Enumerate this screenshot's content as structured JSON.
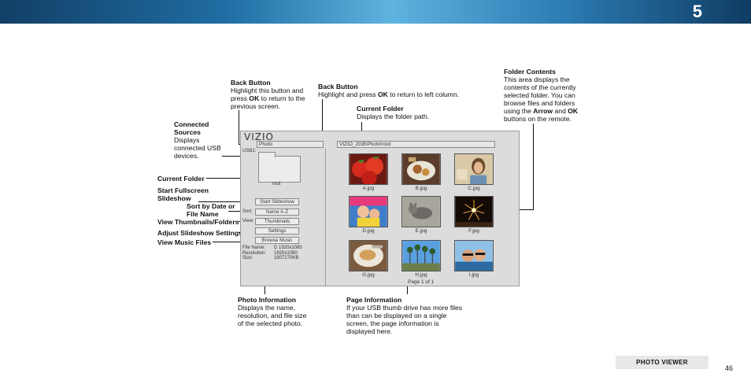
{
  "chapter_number": "5",
  "annotations": {
    "back_button_left": {
      "title": "Back Button",
      "pre": "Highlight this button and press ",
      "key": "OK",
      "post": " to return to the previous screen."
    },
    "back_button_right": {
      "title": "Back Button",
      "pre": "Highlight and press ",
      "key": "OK",
      "post": " to return to left column."
    },
    "current_folder_top": {
      "title": "Current Folder",
      "body": "Displays the folder path."
    },
    "folder_contents": {
      "title": "Folder Contents",
      "pre": "This area displays the contents of the currently selected folder. You can browse files and folders using the ",
      "key1": "Arrow",
      "mid": " and ",
      "key2": "OK",
      "post": " buttons on the remote."
    },
    "connected_sources": {
      "title": "Connected Sources",
      "body": "Displays connected USB devices."
    },
    "current_folder_left": {
      "title": "Current Folder"
    },
    "start_fullscreen": {
      "title": "Start Fullscreen Slideshow"
    },
    "sort_by": {
      "title": "Sort by Date or File Name"
    },
    "view_thumbs": {
      "title": "View Thumbnails/Folders"
    },
    "adjust_slideshow": {
      "title": "Adjust Slideshow Settings"
    },
    "view_music": {
      "title": "View Music Files"
    },
    "photo_information": {
      "title": "Photo Information",
      "body": "Displays the name, resolution, and file size of the selected photo."
    },
    "page_information": {
      "title": "Page Information",
      "body": "If your USB thumb drive has more files than can be displayed on a single screen, the page information is displayed here."
    }
  },
  "screen": {
    "brand": "VIZIO",
    "column_title": "Photo",
    "path": "VIZIO_2GB\\Photo\\root",
    "usb_label": "USB1:",
    "folder_name": "root",
    "buttons": {
      "start_slideshow": "Start Slideshow",
      "sort_label": "Sort:",
      "sort_value": "Name A-Z",
      "view_label": "View:",
      "view_value": "Thumbnails",
      "settings": "Settings",
      "browse_music": "Browse Music"
    },
    "file_info": {
      "name_key": "File Name:",
      "name_val": "D 1920x1080",
      "res_key": "Resolution:",
      "res_val": "1920x1080",
      "size_key": "Size:",
      "size_val": "1607270KB"
    },
    "thumbnails": [
      {
        "caption": "A.jpg",
        "image": "strawberries-photo"
      },
      {
        "caption": "B.jpg",
        "image": "food-plate-photo"
      },
      {
        "caption": "C.jpg",
        "image": "woman-portrait-photo"
      },
      {
        "caption": "D.jpg",
        "image": "children-photo"
      },
      {
        "caption": "E.jpg",
        "image": "cat-photo"
      },
      {
        "caption": "F.jpg",
        "image": "fireworks-photo"
      },
      {
        "caption": "G.jpg",
        "image": "dessert-plate-photo"
      },
      {
        "caption": "H.jpg",
        "image": "palm-trees-photo"
      },
      {
        "caption": "I.jpg",
        "image": "couple-selfie-photo"
      }
    ],
    "page_info": "Page 1 of 1"
  },
  "footer": {
    "section": "PHOTO VIEWER",
    "page_number": "46"
  }
}
